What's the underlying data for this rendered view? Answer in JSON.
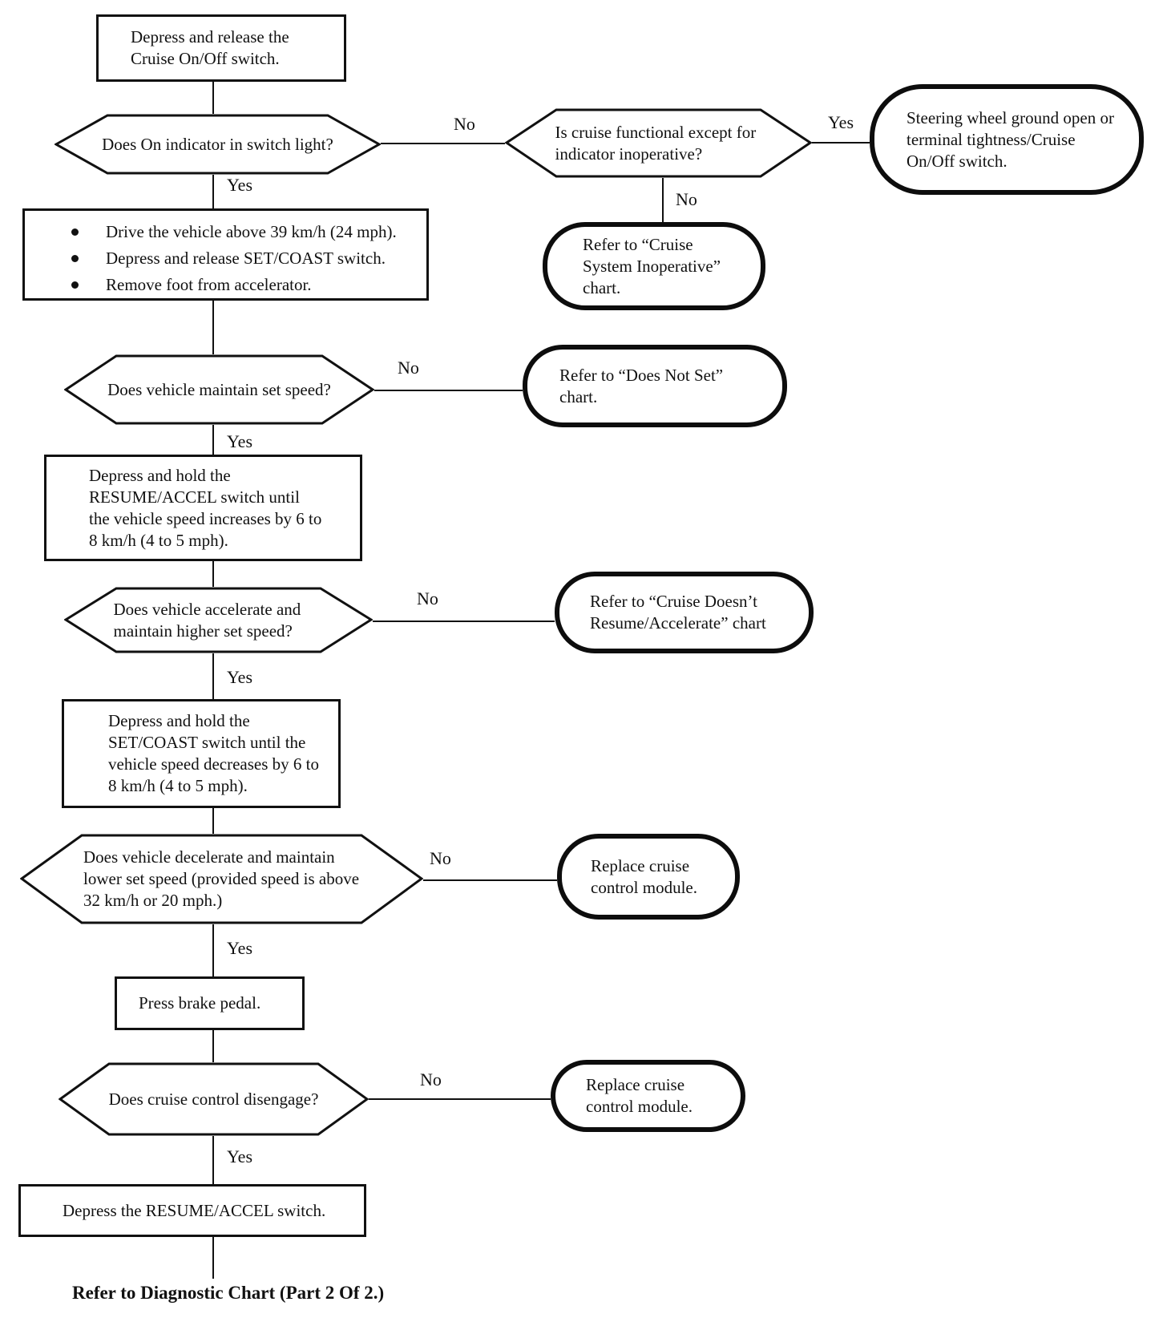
{
  "colors": {
    "ink": "#111111",
    "background": "#ffffff"
  },
  "labels": {
    "yes": "Yes",
    "no": "No"
  },
  "footer": {
    "text": "Refer to Diagnostic Chart (Part 2 Of 2.)"
  },
  "nodes": {
    "start": {
      "text": "Depress and release the Cruise On/Off switch."
    },
    "q_indicator": {
      "text": "Does On indicator in switch light?"
    },
    "q_functional": {
      "text": "Is cruise functional except for indicator inoperative?"
    },
    "fix_steering": {
      "text": "Steering wheel ground open or terminal tightness/Cruise On/Off switch."
    },
    "ref_inoperative": {
      "text": "Refer to “Cruise System Inoperative” chart."
    },
    "drive": {
      "bullets": [
        "Drive the vehicle above 39 km/h (24 mph).",
        "Depress and release SET/COAST switch.",
        "Remove foot from accelerator."
      ]
    },
    "q_set": {
      "text": "Does vehicle maintain set speed?"
    },
    "ref_not_set": {
      "text": "Refer to “Does Not Set” chart."
    },
    "hold_resume": {
      "text": "Depress and hold the RESUME/ACCEL switch until the vehicle speed increases by 6 to 8 km/h (4 to 5 mph)."
    },
    "q_accel": {
      "text": "Does vehicle accelerate and maintain higher set speed?"
    },
    "ref_resume": {
      "text": "Refer to “Cruise Doesn’t Resume/Accelerate” chart"
    },
    "hold_set": {
      "text": "Depress and hold the SET/COAST switch until the vehicle speed decreases by 6 to 8 km/h (4 to 5 mph)."
    },
    "q_decel": {
      "text": "Does vehicle decelerate and maintain lower set speed (provided speed is above 32 km/h or 20 mph.)"
    },
    "replace_module_a": {
      "text": "Replace cruise control module."
    },
    "press_brake": {
      "text": "Press brake pedal."
    },
    "q_disengage": {
      "text": "Does cruise control disengage?"
    },
    "replace_module_b": {
      "text": "Replace cruise control module."
    },
    "depress_resume": {
      "text": "Depress the RESUME/ACCEL switch."
    }
  }
}
